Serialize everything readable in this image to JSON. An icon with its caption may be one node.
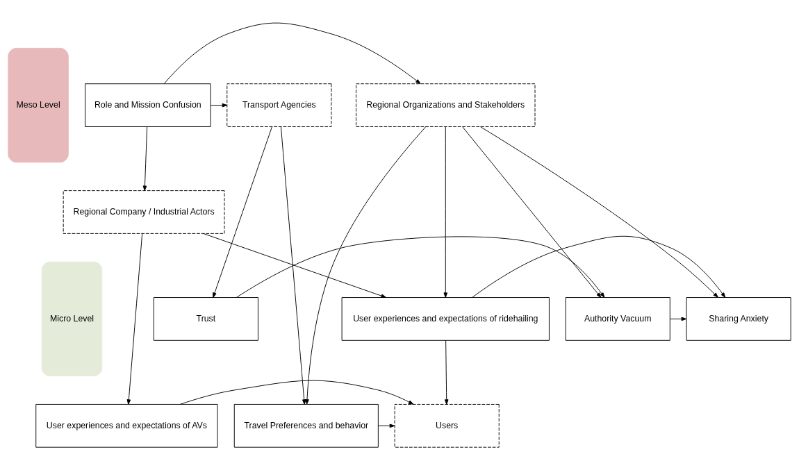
{
  "diagram": {
    "nodes": [
      {
        "text": [
          "Meso Level"
        ]
      },
      {
        "text": [
          "Micro Level"
        ]
      },
      {
        "text": [
          "Regional Organizations and Stakeholders"
        ]
      },
      {
        "text": [
          "Transport Agencies"
        ]
      },
      {
        "text": [
          "Role and Mission Confusion"
        ]
      },
      {
        "text": [
          "Regional Company / Industrial Actors"
        ]
      },
      {
        "text": [
          "Trust"
        ]
      },
      {
        "text": [
          "Authority Vacuum"
        ]
      },
      {
        "text": [
          "Sharing Anxiety"
        ]
      },
      {
        "text": [
          "User experiences and expectations of ridehailing"
        ]
      },
      {
        "text": [
          "Travel Preferences and behavior"
        ]
      },
      {
        "text": [
          "Users"
        ]
      },
      {
        "text": [
          "User experiences and expectations of AVs"
        ]
      }
    ],
    "edges": [
      {
        "from": 3,
        "to": 10,
        "arrow": "to"
      },
      {
        "from": 3,
        "to": 6,
        "arrow": "to"
      },
      {
        "from": 4,
        "to": 3,
        "arrow": "to"
      },
      {
        "from": 4,
        "to": 2,
        "arrow": "to"
      },
      {
        "from": 4,
        "to": 5,
        "arrow": "to"
      },
      {
        "from": 2,
        "to": 9,
        "arrow": "to"
      },
      {
        "from": 2,
        "to": 8,
        "arrow": "to"
      },
      {
        "from": 2,
        "to": 7,
        "arrow": "to"
      },
      {
        "from": 2,
        "to": 10,
        "arrow": "to"
      },
      {
        "from": 5,
        "to": 9,
        "arrow": "to"
      },
      {
        "from": 5,
        "to": 12,
        "arrow": "to"
      },
      {
        "from": 6,
        "to": 7,
        "arrow": "to"
      },
      {
        "from": 7,
        "to": 8,
        "arrow": "to"
      },
      {
        "from": 9,
        "to": 8,
        "arrow": "to"
      },
      {
        "from": 9,
        "to": 11,
        "arrow": "to"
      },
      {
        "from": 12,
        "to": 11,
        "arrow": "to"
      },
      {
        "from": 10,
        "to": 11,
        "arrow": "to"
      }
    ]
  }
}
